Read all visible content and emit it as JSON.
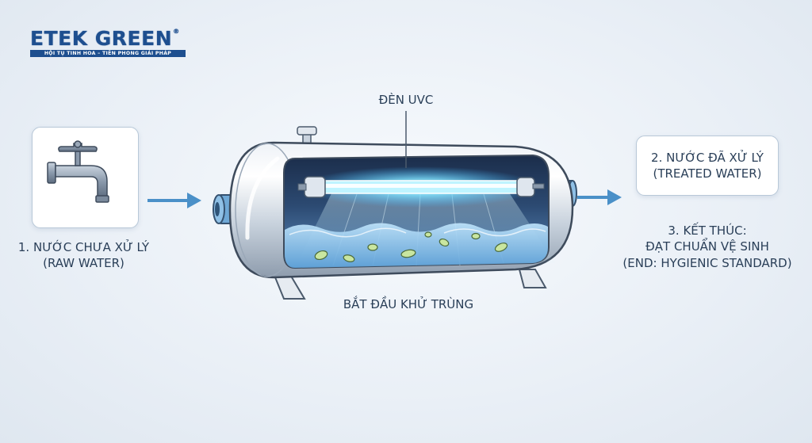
{
  "brand": {
    "name": "ETEK GREEN",
    "registered": "®",
    "tagline": "HỘI TỤ TINH HOA – TIÊN PHONG GIẢI PHÁP"
  },
  "steps": {
    "raw": {
      "label": "1. NƯỚC CHƯA XỬ LÝ",
      "sublabel": "(RAW WATER)"
    },
    "treated": {
      "label": "2. NƯỚC ĐÃ XỬ LÝ",
      "sublabel": "(TREATED WATER)"
    },
    "end": {
      "label": "3. KẾT THÚC:",
      "label2": "ĐẠT CHUẨN VỆ SINH",
      "sublabel": "(END: HYGIENIC STANDARD)"
    }
  },
  "annotations": {
    "uvc_lamp": "ĐÈN UVC",
    "start": "BẮT ĐẦU KHỬ TRÙNG"
  },
  "icons": [
    "faucet-icon",
    "arrow-right-icon",
    "uv-tank-icon",
    "bacteria-icon"
  ],
  "colors": {
    "brand": "#1e4f8f",
    "arrow": "#4a90c8",
    "uv_glow": "#7fe3ff",
    "water": "#8fc6ec"
  }
}
